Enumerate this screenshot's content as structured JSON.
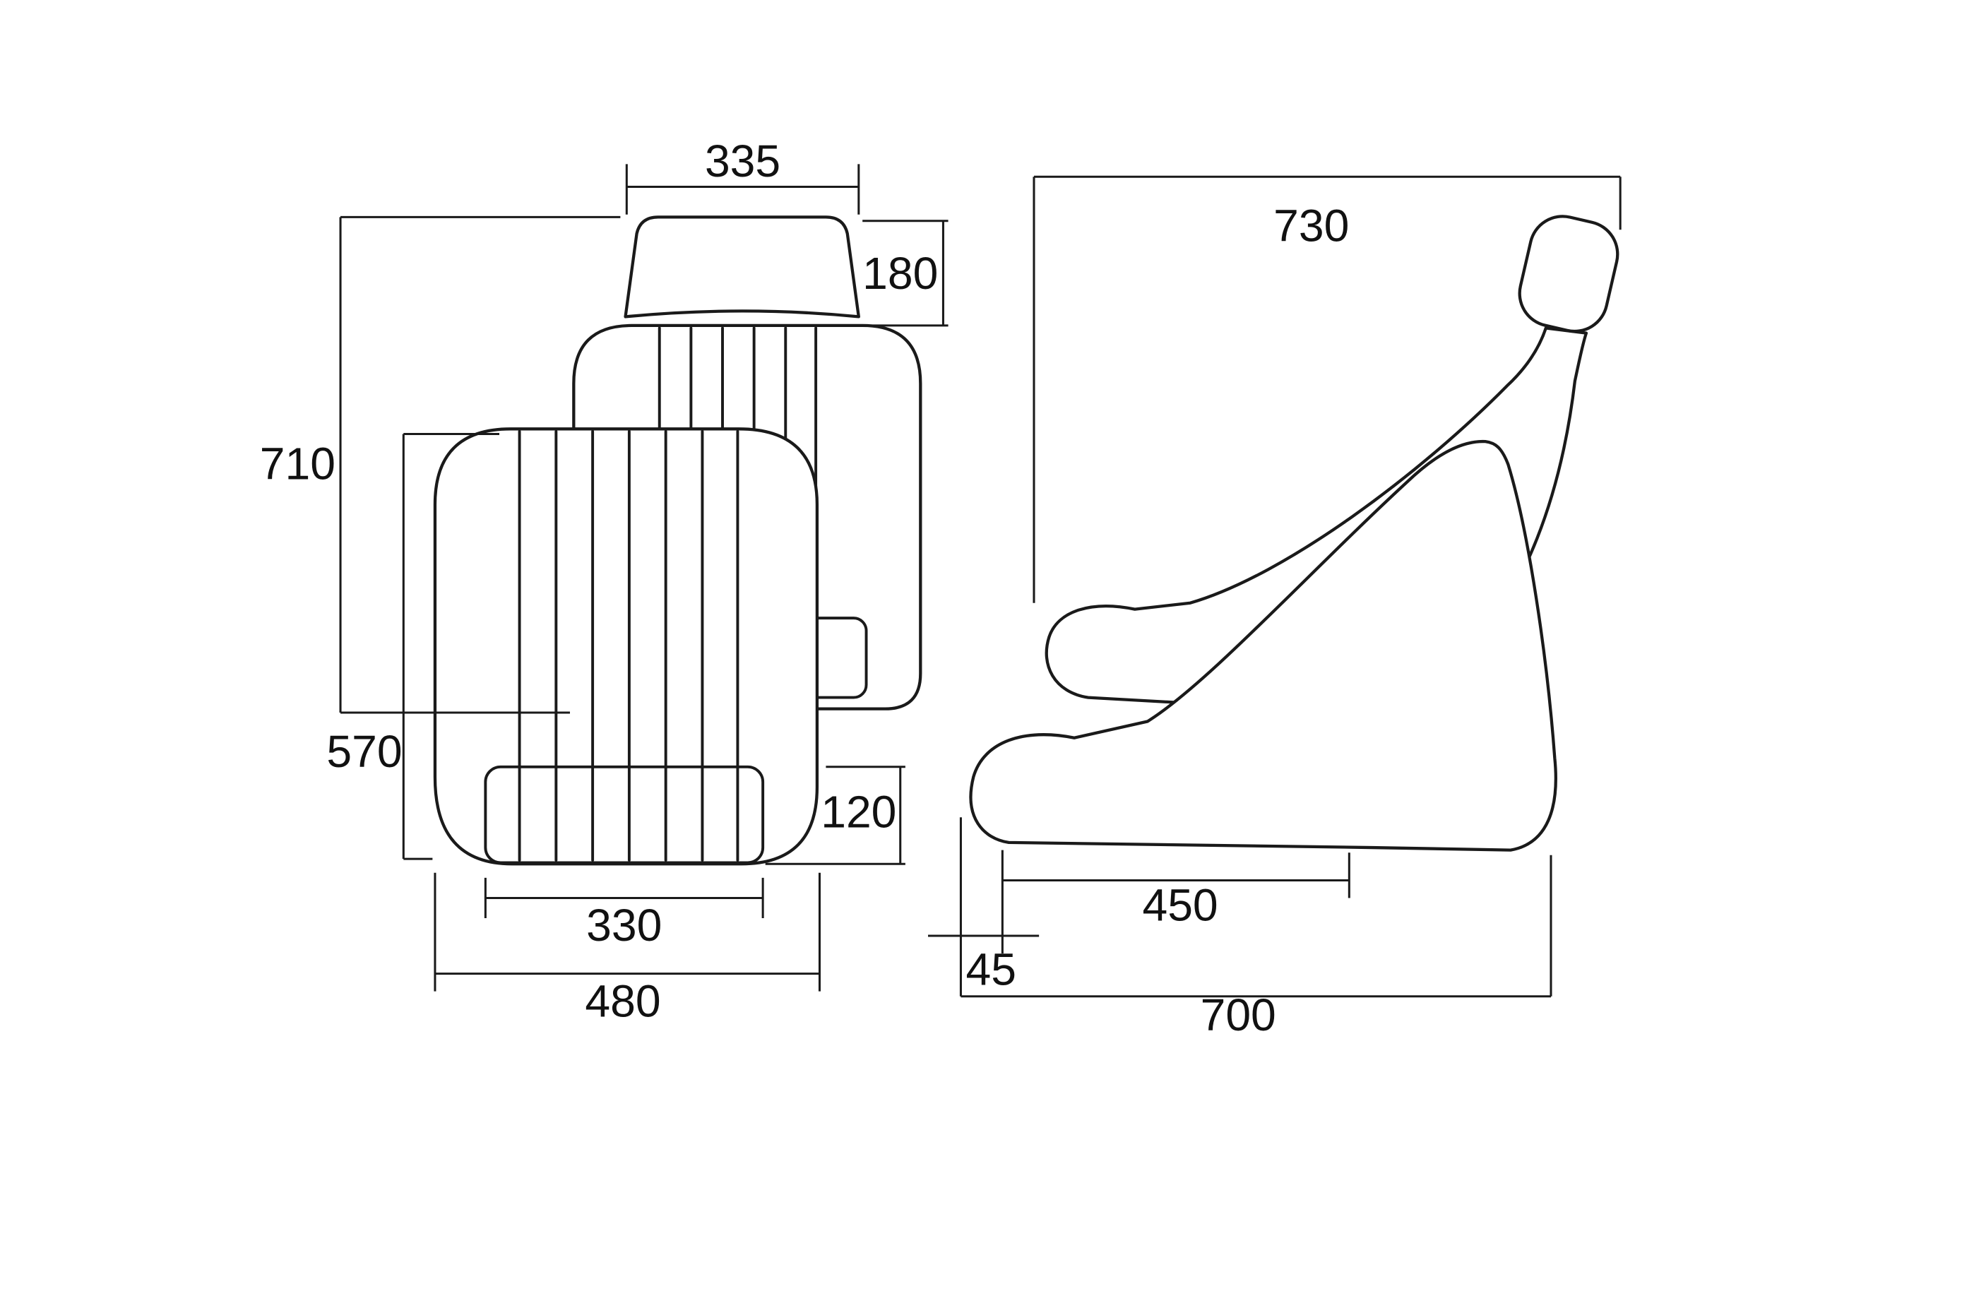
{
  "colors": {
    "line": "#1a1a1a",
    "background": "#ffffff"
  },
  "front_view": {
    "dims": {
      "headrest_width": "335",
      "headrest_height": "180",
      "overall_height": "710",
      "backrest_height": "570",
      "bottom_panel_height": "120",
      "bottom_panel_width": "330",
      "seat_width": "480"
    }
  },
  "side_view": {
    "dims": {
      "overall_height": "730",
      "cushion_depth": "450",
      "front_lip": "45",
      "overall_depth": "700"
    }
  }
}
